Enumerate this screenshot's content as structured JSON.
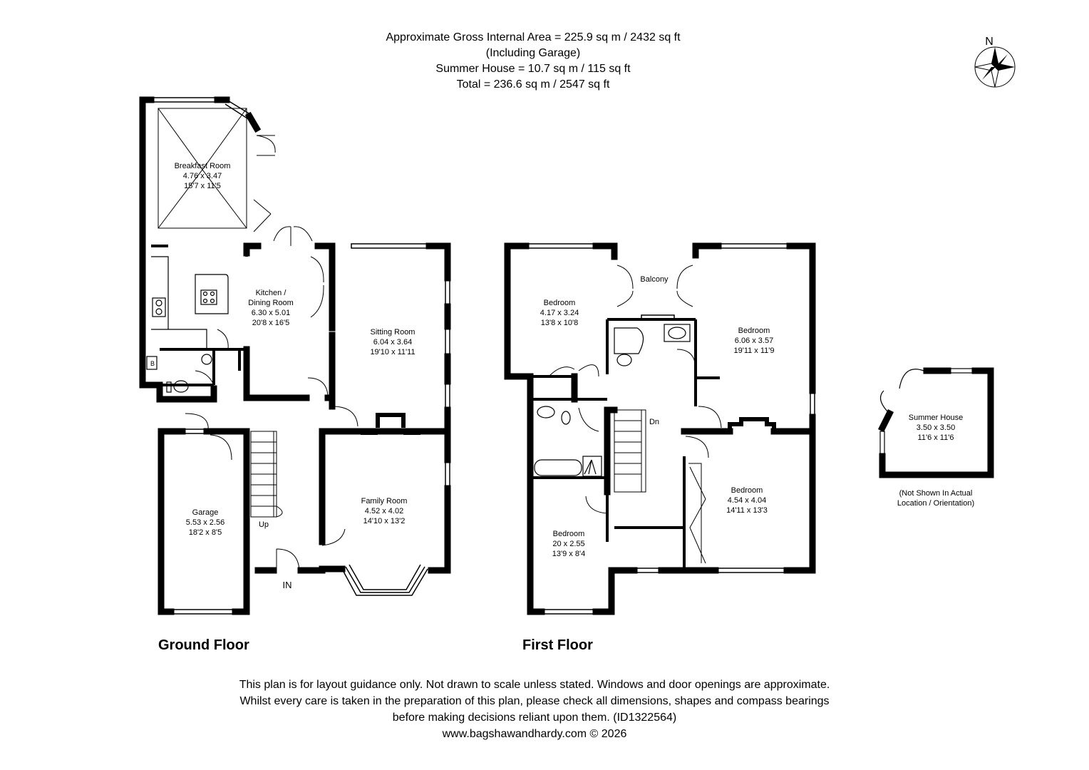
{
  "header": {
    "line1": "Approximate Gross Internal Area = 225.9 sq m / 2432 sq ft",
    "line2": "(Including Garage)",
    "line3": "Summer House = 10.7 sq m / 115 sq ft",
    "line4": "Total = 236.6 sq m / 2547 sq ft"
  },
  "compass": {
    "label": "N"
  },
  "ground_floor": {
    "title": "Ground Floor",
    "breakfast": {
      "name": "Breakfast Room",
      "metric": "4.76 x 3.47",
      "imperial": "15'7 x 11'5"
    },
    "kitchen": {
      "name1": "Kitchen /",
      "name2": "Dining Room",
      "metric": "6.30 x 5.01",
      "imperial": "20'8 x 16'5"
    },
    "sitting": {
      "name": "Sitting Room",
      "metric": "6.04 x 3.64",
      "imperial": "19'10 x 11'11"
    },
    "family": {
      "name": "Family Room",
      "metric": "4.52 x 4.02",
      "imperial": "14'10 x 13'2"
    },
    "garage": {
      "name": "Garage",
      "metric": "5.53 x 2.56",
      "imperial": "18'2 x 8'5"
    },
    "boiler": "B",
    "stairs": "Up",
    "entrance": "IN"
  },
  "first_floor": {
    "title": "First Floor",
    "balcony": "Balcony",
    "stairs": "Dn",
    "bed1": {
      "name": "Bedroom",
      "metric": "4.17 x 3.24",
      "imperial": "13'8 x 10'8"
    },
    "bed2": {
      "name": "Bedroom",
      "metric": "6.06 x 3.57",
      "imperial": "19'11 x 11'9"
    },
    "bed3": {
      "name": "Bedroom",
      "metric": "4.54 x 4.04",
      "imperial": "14'11 x 13'3"
    },
    "bed4": {
      "name": "Bedroom",
      "metric": "20 x 2.55",
      "imperial": "13'9 x 8'4"
    }
  },
  "summer_house": {
    "name": "Summer House",
    "metric": "3.50 x 3.50",
    "imperial": "11'6 x 11'6",
    "note1": "(Not Shown In Actual",
    "note2": "Location / Orientation)"
  },
  "disclaimer": {
    "line1": "This plan is for layout guidance only. Not drawn to scale unless stated. Windows and door openings are approximate.",
    "line2": "Whilst every care is taken in the preparation of this plan, please check all dimensions, shapes and compass bearings",
    "line3": "before making decisions reliant upon them. (ID1322564)",
    "line4": "www.bagshawandhardy.com © 2026"
  }
}
